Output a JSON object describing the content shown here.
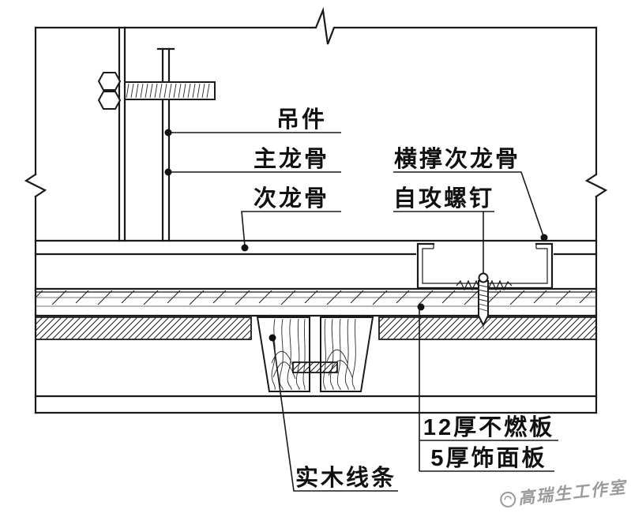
{
  "labels": {
    "hanger": "吊件",
    "main_runner": "主龙骨",
    "secondary_runner": "次龙骨",
    "cross_brace_runner": "横撑次龙骨",
    "self_tapping_screw": "自攻螺钉",
    "solid_wood_trim": "实木线条",
    "fireproof_board": "12厚不燃板",
    "finish_panel": "5厚饰面板"
  },
  "watermark": {
    "text": "高瑞生工作室"
  },
  "colors": {
    "line": "#1a1a1a",
    "watermark_gray": "#9a9a9a",
    "background": "#ffffff"
  }
}
